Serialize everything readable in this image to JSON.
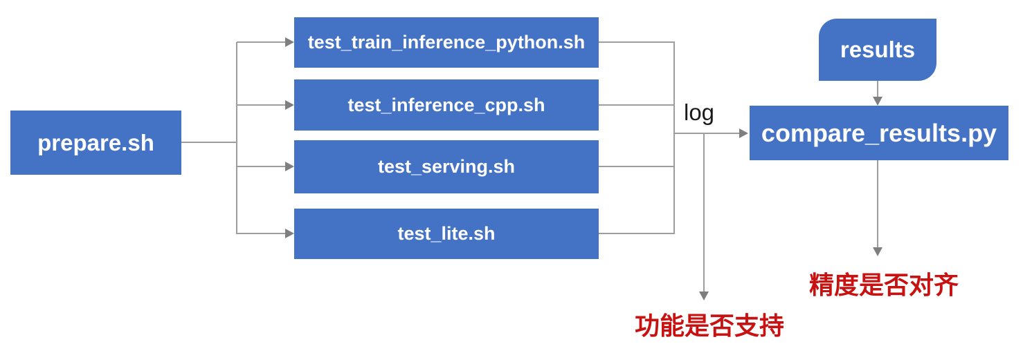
{
  "diagram": {
    "title": "test pipeline flowchart",
    "colors": {
      "node_fill": "#4472C4",
      "node_text": "#ffffff",
      "connector": "#9d9d9d",
      "arrowhead": "#7f7f7f",
      "annotation_red": "#c81212",
      "edge_label_text": "#1a1a1a",
      "background": "#ffffff"
    },
    "nodes": {
      "prepare": {
        "label": "prepare.sh"
      },
      "tests": [
        {
          "label": "test_train_inference_python.sh"
        },
        {
          "label": "test_inference_cpp.sh"
        },
        {
          "label": "test_serving.sh"
        },
        {
          "label": "test_lite.sh"
        }
      ],
      "results": {
        "label": "results"
      },
      "compare": {
        "label": "compare_results.py"
      }
    },
    "edge_labels": {
      "log": "log"
    },
    "annotations": {
      "function_support": "功能是否支持",
      "precision_aligned": "精度是否对齐"
    }
  }
}
